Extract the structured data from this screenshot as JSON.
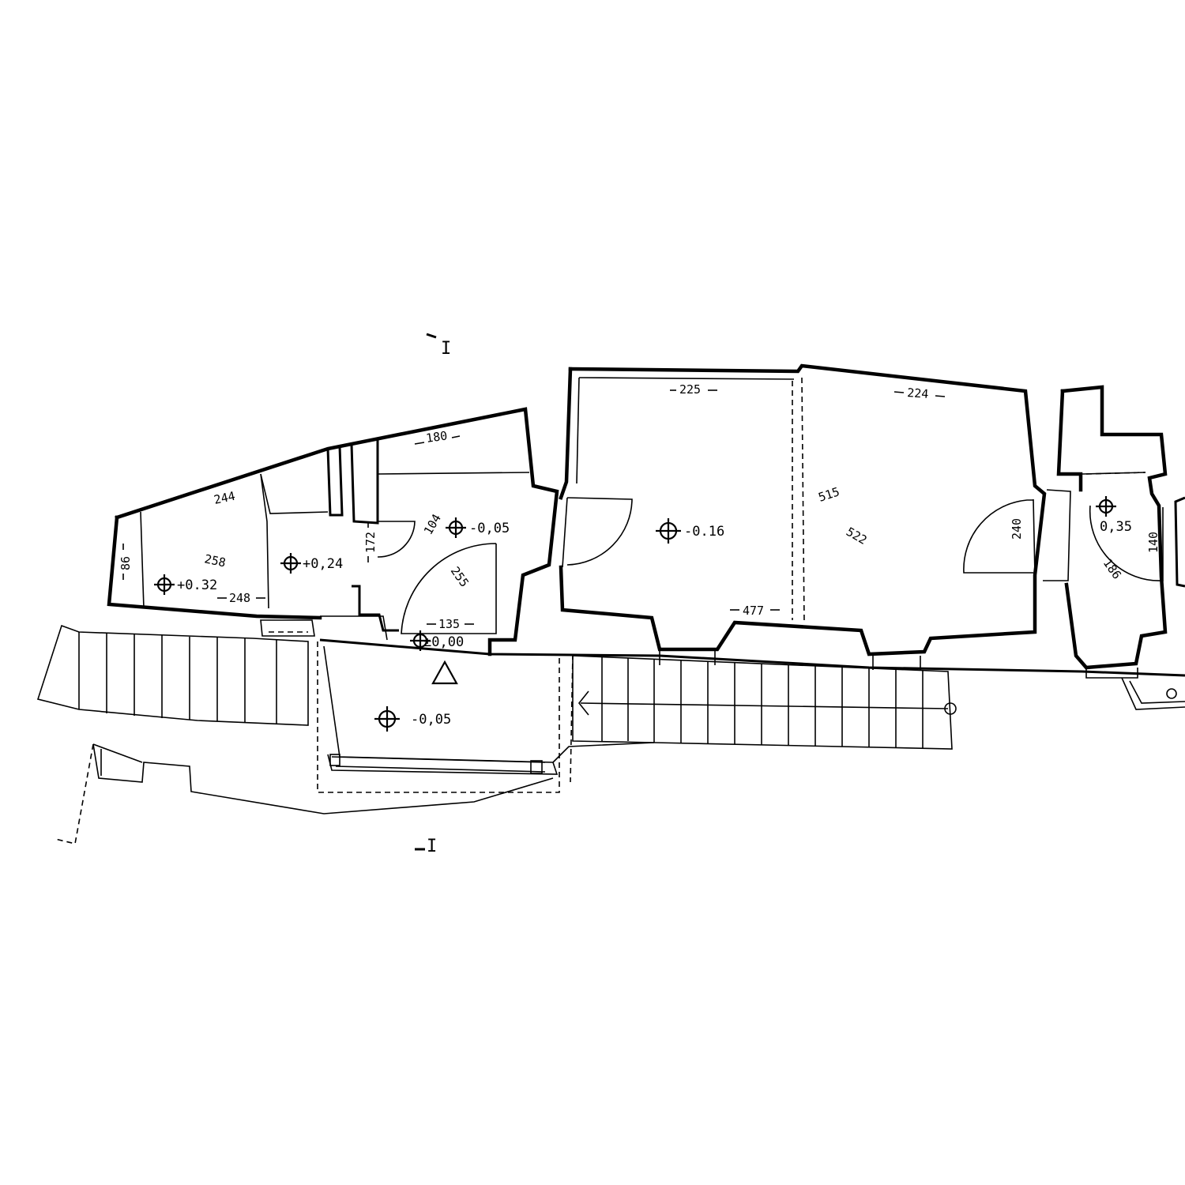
{
  "levels": [
    {
      "id": "lvl-a",
      "text": "+0.32"
    },
    {
      "id": "lvl-b",
      "text": "+0,24"
    },
    {
      "id": "lvl-c",
      "text": "-0,05"
    },
    {
      "id": "lvl-d",
      "text": "-0.16"
    },
    {
      "id": "lvl-e",
      "text": "0,35"
    },
    {
      "id": "lvl-f",
      "text": "±0,00"
    },
    {
      "id": "lvl-g",
      "text": "-0,05"
    }
  ],
  "dimensions": [
    {
      "id": "dim-180",
      "text": "180"
    },
    {
      "id": "dim-244",
      "text": "244"
    },
    {
      "id": "dim-258",
      "text": "258"
    },
    {
      "id": "dim-248",
      "text": "248"
    },
    {
      "id": "dim-86",
      "text": "86"
    },
    {
      "id": "dim-172",
      "text": "172"
    },
    {
      "id": "dim-104",
      "text": "104"
    },
    {
      "id": "dim-255",
      "text": "255"
    },
    {
      "id": "dim-135",
      "text": "135"
    },
    {
      "id": "dim-225",
      "text": "225"
    },
    {
      "id": "dim-224",
      "text": "224"
    },
    {
      "id": "dim-515",
      "text": "515"
    },
    {
      "id": "dim-522",
      "text": "522"
    },
    {
      "id": "dim-477",
      "text": "477"
    },
    {
      "id": "dim-240",
      "text": "240"
    },
    {
      "id": "dim-140",
      "text": "140"
    },
    {
      "id": "dim-186",
      "text": "186"
    }
  ],
  "section_marks": [
    {
      "id": "section-top",
      "text": "I"
    },
    {
      "id": "section-bottom",
      "text": "I"
    }
  ]
}
